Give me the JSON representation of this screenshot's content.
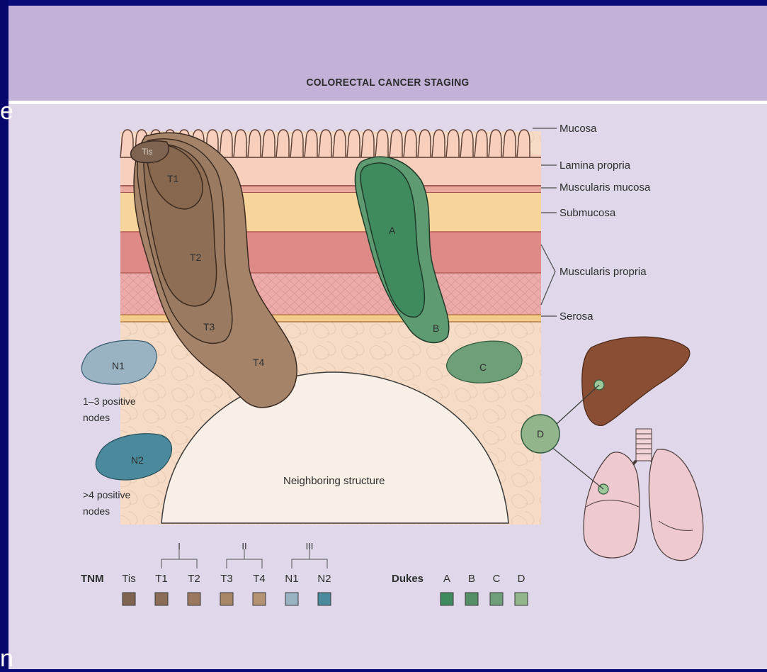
{
  "header": {
    "title": "COLORECTAL CANCER STAGING"
  },
  "edge_glyphs": [
    "e",
    "n"
  ],
  "layers": {
    "mucosa": "Mucosa",
    "lamina_propria": "Lamina propria",
    "muscularis_mucosa": "Muscularis mucosa",
    "submucosa": "Submucosa",
    "muscularis_propria": "Muscularis propria",
    "serosa": "Serosa"
  },
  "tumor_labels": {
    "tis": "Tis",
    "t1": "T1",
    "t2": "T2",
    "t3": "T3",
    "t4": "T4",
    "a": "A",
    "b": "B",
    "c": "C",
    "d": "D",
    "n1": "N1",
    "n2": "N2"
  },
  "node_captions": {
    "n1_line1": "1–3 positive",
    "n1_line2": "nodes",
    "n2_line1": ">4 positive",
    "n2_line2": "nodes"
  },
  "neighboring_structure": "Neighboring structure",
  "legend": {
    "tnm_label": "TNM",
    "groups": [
      "I",
      "II",
      "III"
    ],
    "tnm_items": [
      {
        "label": "Tis",
        "color": "#7e6350"
      },
      {
        "label": "T1",
        "color": "#8a6c57"
      },
      {
        "label": "T2",
        "color": "#99785f"
      },
      {
        "label": "T3",
        "color": "#a88769"
      },
      {
        "label": "T4",
        "color": "#b39371"
      },
      {
        "label": "N1",
        "color": "#9ab3c3"
      },
      {
        "label": "N2",
        "color": "#4a8a9c"
      }
    ],
    "dukes_label": "Dukes",
    "dukes_items": [
      {
        "label": "A",
        "color": "#3f8a5e"
      },
      {
        "label": "B",
        "color": "#558f68"
      },
      {
        "label": "C",
        "color": "#6f9f79"
      },
      {
        "label": "D",
        "color": "#93b58c"
      }
    ]
  },
  "colors": {
    "header_band": "#c3b2d8",
    "panel": "#e0d8ea",
    "tnm_tumor": "#a48369",
    "dukes_tumor": "#4e8c64",
    "liver": "#8a4e34",
    "lung": "#eec9cf"
  }
}
